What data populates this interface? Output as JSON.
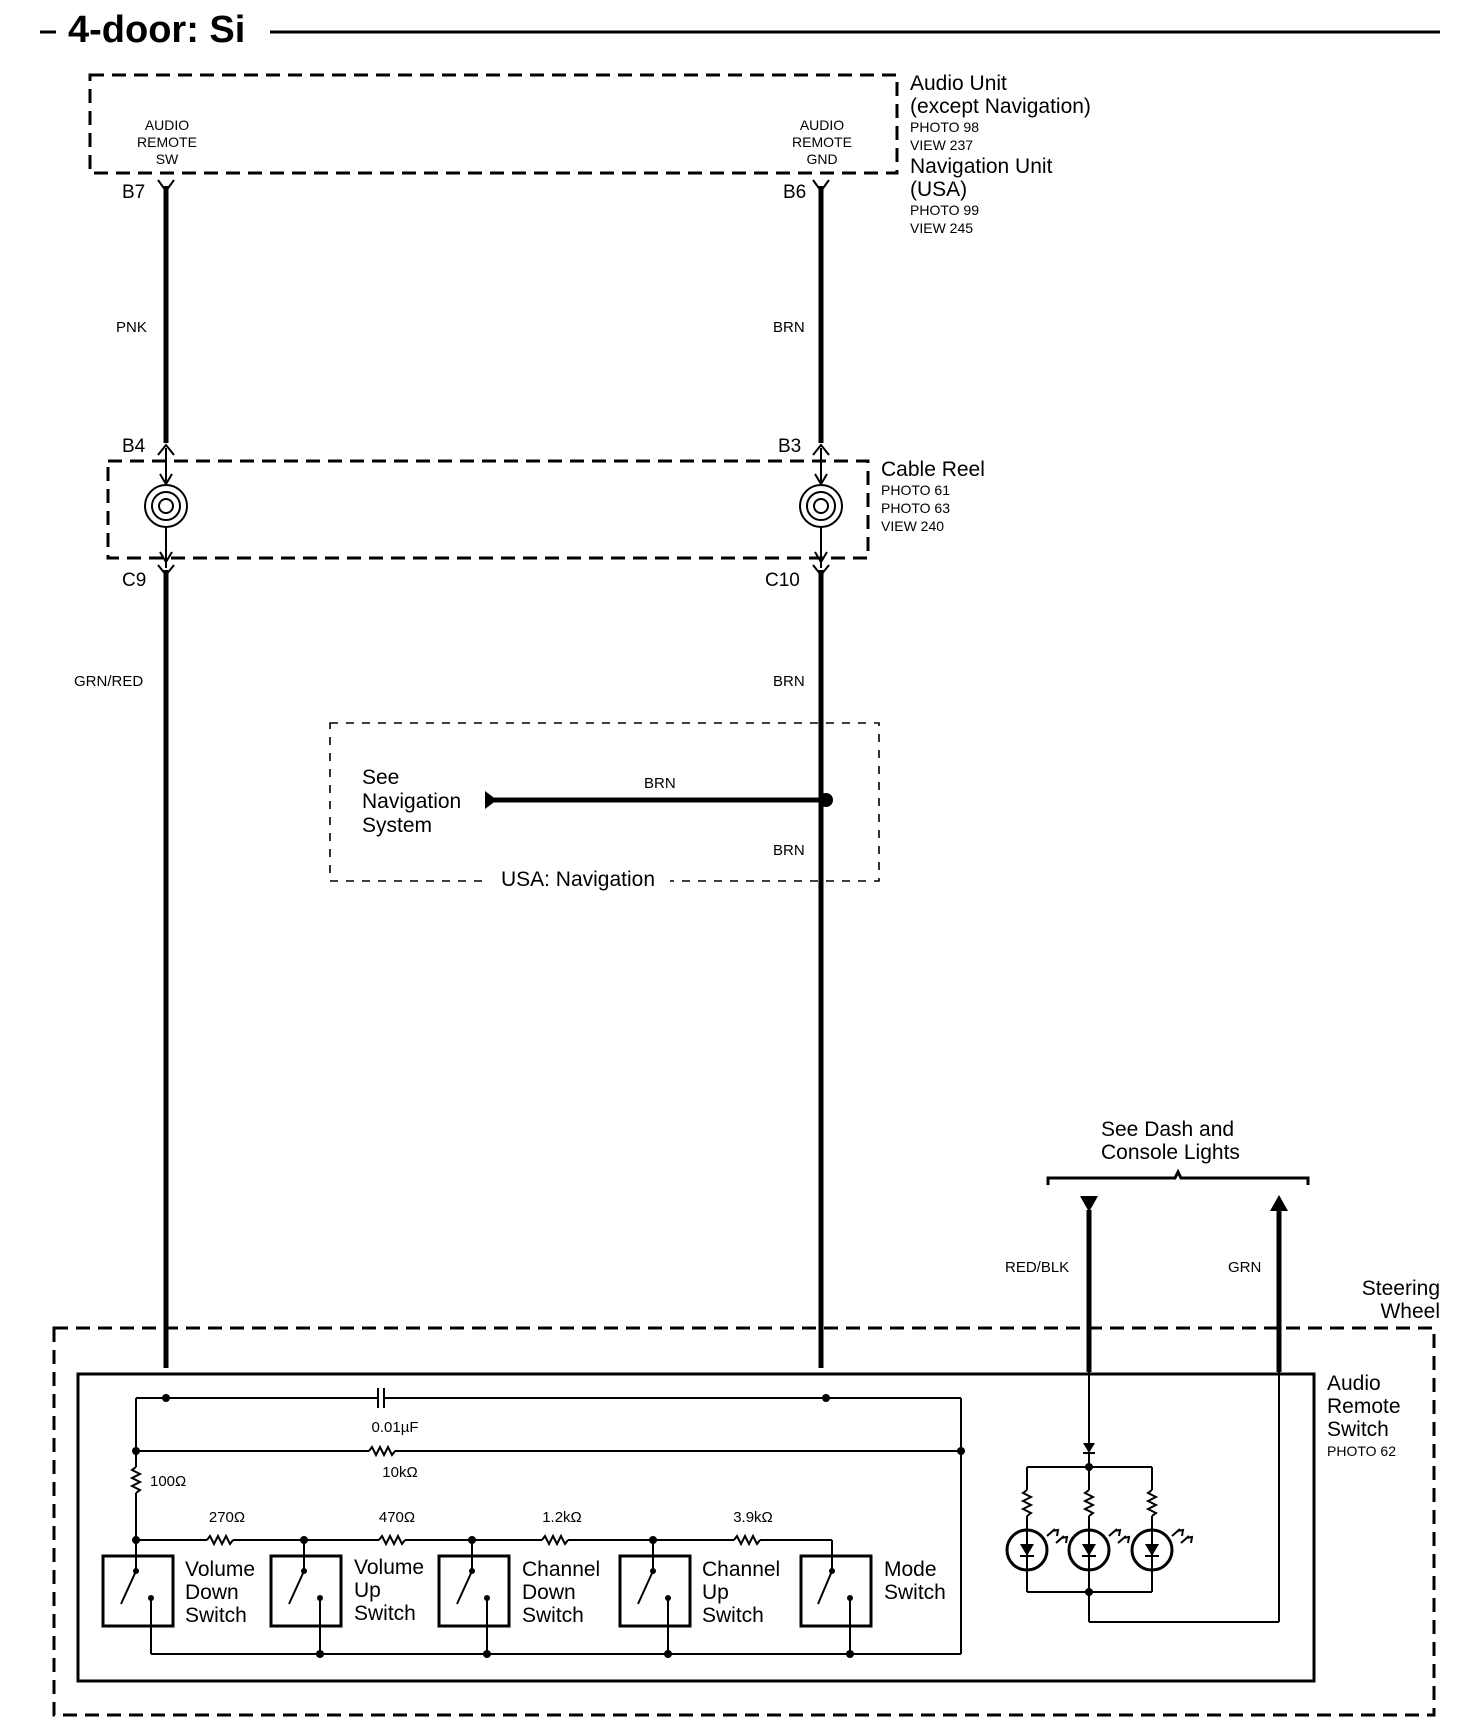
{
  "header": {
    "title": "4-door: Si"
  },
  "audio_unit": {
    "name_line1": "Audio Unit",
    "name_line2": "(except Navigation)",
    "photo": "PHOTO 98",
    "view": "VIEW 237",
    "alt_line1": "Navigation Unit",
    "alt_line2": "(USA)",
    "alt_photo": "PHOTO 99",
    "alt_view": "VIEW 245",
    "terminal_sw": [
      "AUDIO",
      "REMOTE",
      "SW"
    ],
    "terminal_gnd": [
      "AUDIO",
      "REMOTE",
      "GND"
    ]
  },
  "pins": {
    "b7": "B7",
    "b6": "B6",
    "b4": "B4",
    "b3": "B3",
    "c9": "C9",
    "c10": "C10"
  },
  "wires": {
    "pnk": "PNK",
    "brn": "BRN",
    "grn_red": "GRN/RED",
    "red_blk": "RED/BLK",
    "grn": "GRN"
  },
  "cable_reel": {
    "name": "Cable Reel",
    "photo1": "PHOTO 61",
    "photo2": "PHOTO 63",
    "view": "VIEW 240"
  },
  "navigation": {
    "see_line1": "See",
    "see_line2": "Navigation",
    "see_line3": "System",
    "caption": "USA: Navigation"
  },
  "dash_lights": {
    "line1": "See Dash and",
    "line2": "Console Lights"
  },
  "steering_wheel": {
    "line1": "Steering",
    "line2": "Wheel"
  },
  "remote_switch": {
    "line1": "Audio",
    "line2": "Remote",
    "line3": "Switch",
    "photo": "PHOTO 62"
  },
  "components": {
    "capacitor": "0.01µF",
    "r_10k": "10kΩ",
    "r_100": "100Ω",
    "r_270": "270Ω",
    "r_470": "470Ω",
    "r_1k2": "1.2kΩ",
    "r_3k9": "3.9kΩ"
  },
  "switches": [
    {
      "l1": "Volume",
      "l2": "Down",
      "l3": "Switch"
    },
    {
      "l1": "Volume",
      "l2": "Up",
      "l3": "Switch"
    },
    {
      "l1": "Channel",
      "l2": "Down",
      "l3": "Switch"
    },
    {
      "l1": "Channel",
      "l2": "Up",
      "l3": "Switch"
    },
    {
      "l1": "Mode",
      "l2": "Switch",
      "l3": ""
    }
  ]
}
